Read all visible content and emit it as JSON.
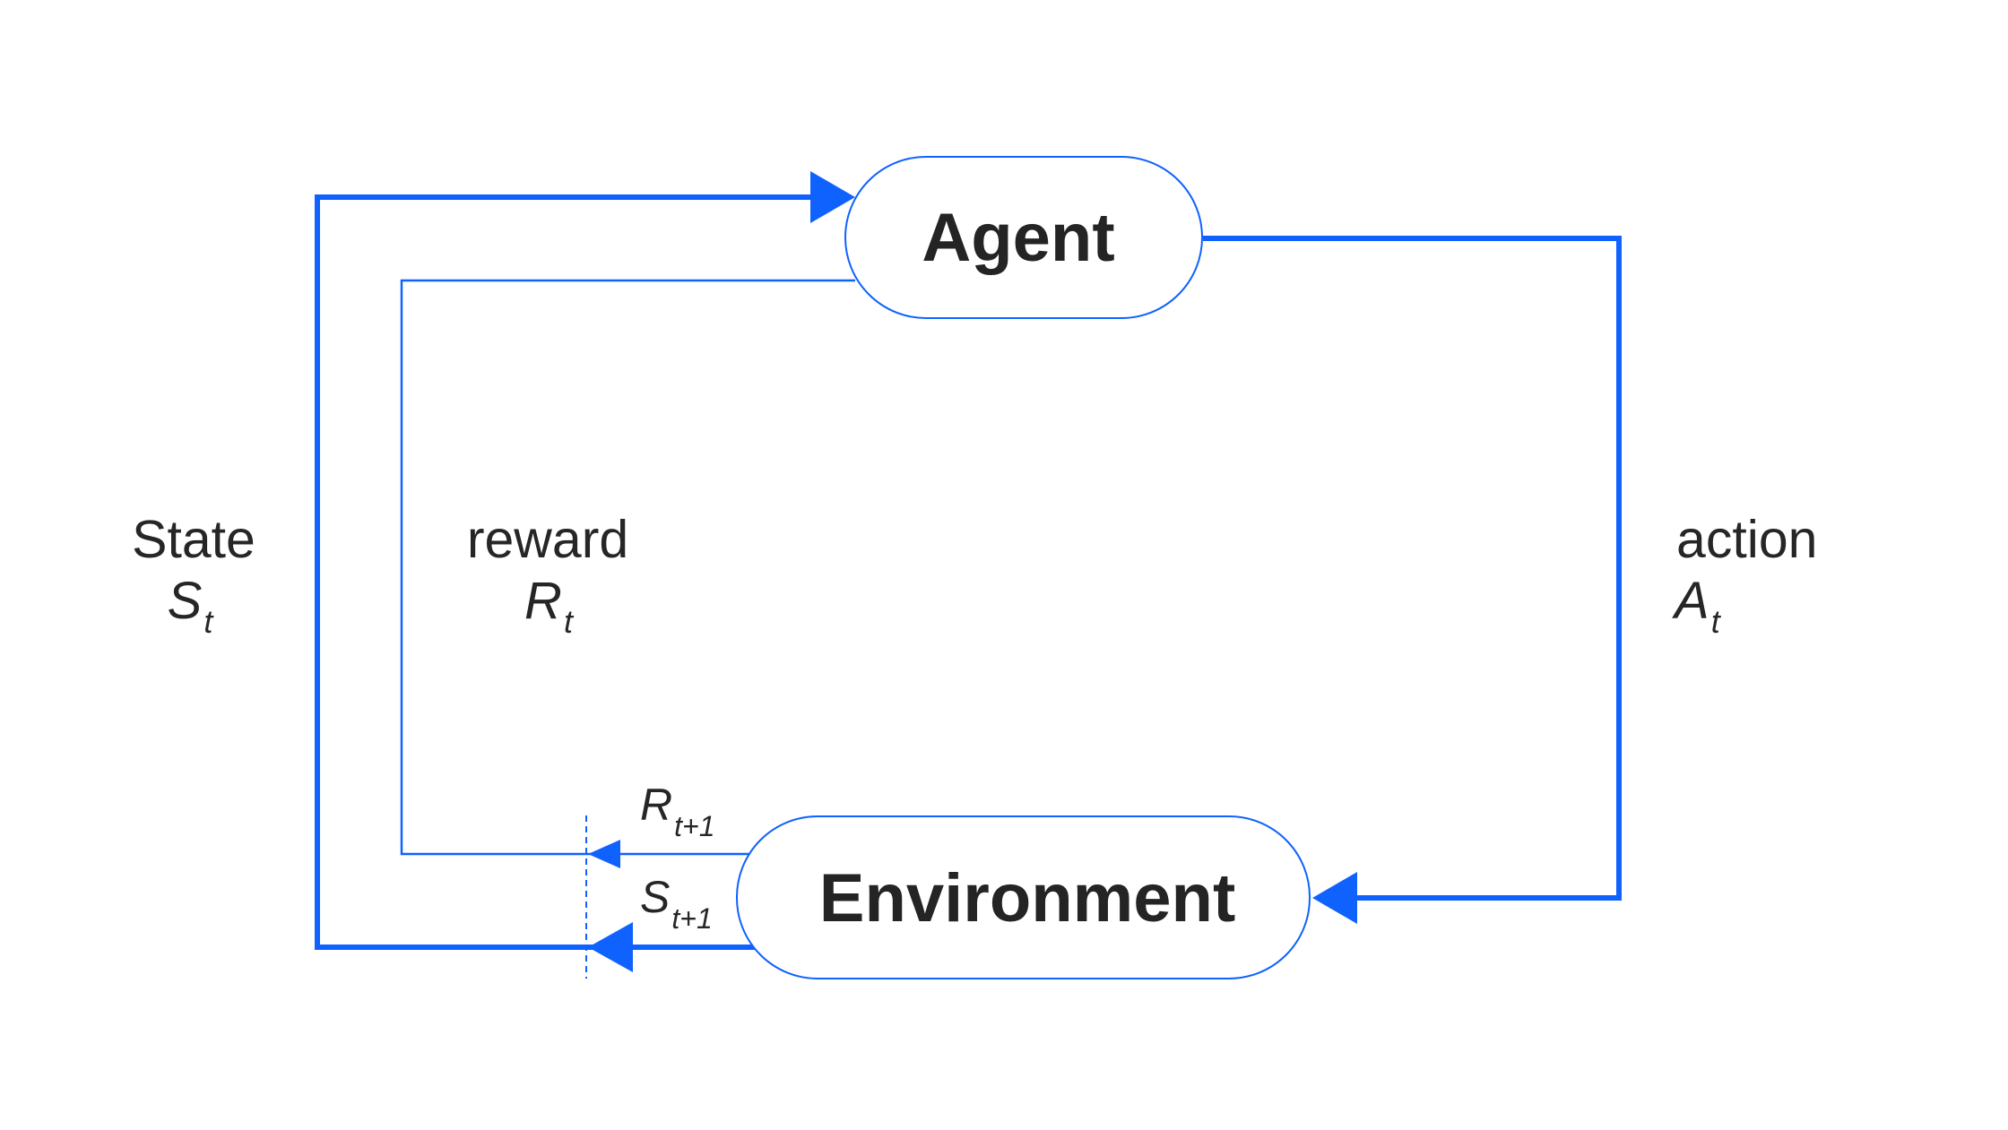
{
  "colors": {
    "accent": "#0f62fe",
    "text": "#262626",
    "background": "#ffffff"
  },
  "nodes": {
    "agent": "Agent",
    "environment": "Environment"
  },
  "labels": {
    "state": {
      "word": "State",
      "symbol": "S",
      "subscript": "t"
    },
    "reward": {
      "word": "reward",
      "symbol": "R",
      "subscript": "t"
    },
    "action": {
      "word": "action",
      "symbol": "A",
      "subscript": "t"
    },
    "next_reward": {
      "symbol": "R",
      "subscript": "t+1"
    },
    "next_state": {
      "symbol": "S",
      "subscript": "t+1"
    }
  }
}
